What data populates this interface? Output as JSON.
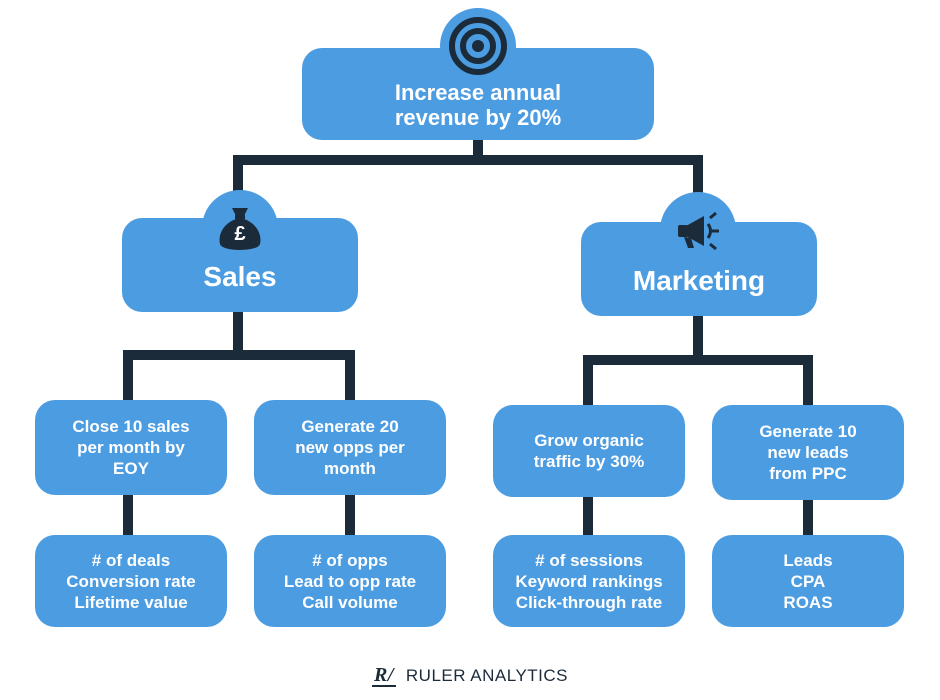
{
  "goal": {
    "lines": [
      "Increase annual",
      "revenue by 20%"
    ],
    "icon": "target-icon"
  },
  "departments": [
    {
      "name": "Sales",
      "icon": "money-bag-icon",
      "icon_symbol": "£",
      "objectives": [
        {
          "lines": [
            "Close 10 sales",
            "per month by",
            "EOY"
          ],
          "metrics": [
            "# of deals",
            "Conversion rate",
            "Lifetime value"
          ]
        },
        {
          "lines": [
            "Generate 20",
            "new opps per",
            "month"
          ],
          "metrics": [
            "# of opps",
            "Lead to opp rate",
            "Call volume"
          ]
        }
      ]
    },
    {
      "name": "Marketing",
      "icon": "megaphone-icon",
      "objectives": [
        {
          "lines": [
            "Grow organic",
            "traffic by 30%"
          ],
          "metrics": [
            "# of sessions",
            "Keyword rankings",
            "Click-through rate"
          ]
        },
        {
          "lines": [
            "Generate 10",
            "new leads",
            "from PPC"
          ],
          "metrics": [
            "Leads",
            "CPA",
            "ROAS"
          ]
        }
      ]
    }
  ],
  "footer": {
    "logo_icon": "ruler-logo-icon",
    "logo_mark": "R/",
    "brand": "RULER ANALYTICS"
  },
  "colors": {
    "box": "#4c9ce2",
    "connector": "#1b2b3a",
    "text": "#ffffff",
    "icon": "#1b2b3a"
  }
}
